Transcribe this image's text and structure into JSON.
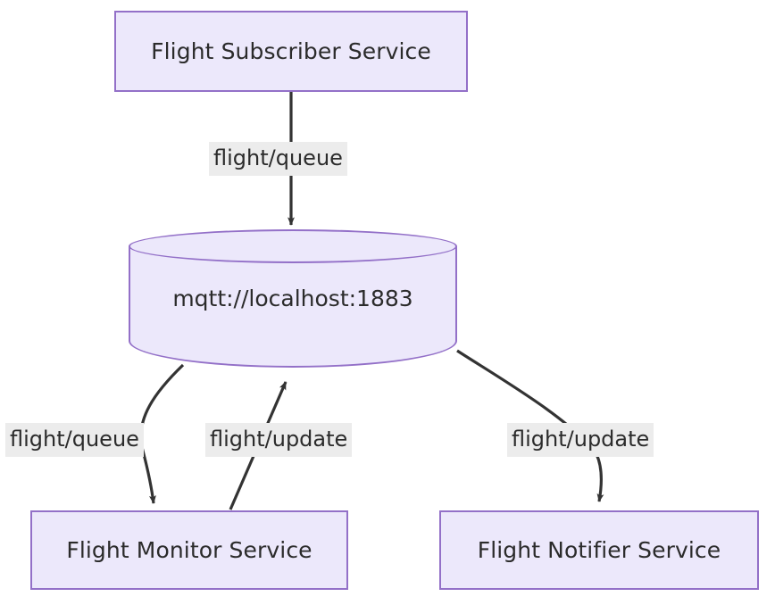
{
  "diagram": {
    "type": "flowchart",
    "direction": "top-down",
    "theme": {
      "node_fill": "#ece8fb",
      "node_stroke": "#9370c8",
      "node_text": "#2b2b2b",
      "edge_stroke": "#333333",
      "edge_label_bg": "#ececec",
      "canvas_bg": "#ffffff"
    },
    "nodes": [
      {
        "id": "subscriber",
        "label": "Flight Subscriber Service",
        "shape": "rectangle"
      },
      {
        "id": "broker",
        "label": "mqtt://localhost:1883",
        "shape": "cylinder"
      },
      {
        "id": "monitor",
        "label": "Flight Monitor Service",
        "shape": "rectangle"
      },
      {
        "id": "notifier",
        "label": "Flight Notifier Service",
        "shape": "rectangle"
      }
    ],
    "edges": [
      {
        "id": "subscriber-to-broker",
        "from": "subscriber",
        "to": "broker",
        "label": "flight/queue",
        "arrow": "to"
      },
      {
        "id": "broker-to-monitor",
        "from": "broker",
        "to": "monitor",
        "label": "flight/queue",
        "arrow": "to"
      },
      {
        "id": "monitor-to-broker",
        "from": "monitor",
        "to": "broker",
        "label": "flight/update",
        "arrow": "to"
      },
      {
        "id": "broker-to-notifier",
        "from": "broker",
        "to": "notifier",
        "label": "flight/update",
        "arrow": "to"
      }
    ]
  }
}
